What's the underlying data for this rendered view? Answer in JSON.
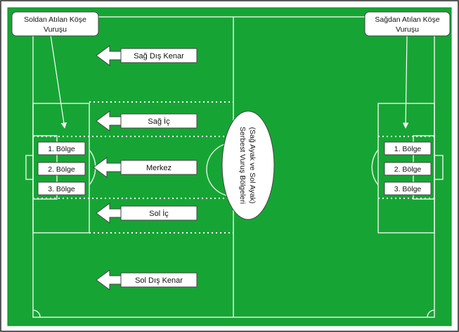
{
  "colors": {
    "pitch": "#16a534",
    "pitch_edge": "#0f8a2a",
    "lines": "#dff0df",
    "dotted": "#ffffff",
    "label_bg": "#ffffff",
    "label_border": "#444444",
    "text": "#111111",
    "frame": "#222222"
  },
  "corner_labels": {
    "left": [
      "Soldan Atılan Köşe",
      "Vuruşu"
    ],
    "right": [
      "Sağdan Atılan Köşe",
      "Vuruşu"
    ]
  },
  "lane_labels": {
    "right_wing": "Sağ Dış Kenar",
    "right_inside": "Sağ İç",
    "center": "Merkez",
    "left_inside": "Sol İç",
    "left_wing": "Sol Dış Kenar"
  },
  "zones_left": [
    "1. Bölge",
    "2. Bölge",
    "3. Bölge"
  ],
  "zones_right": [
    "1. Bölge",
    "2. Bölge",
    "3. Bölge"
  ],
  "free_kick_label": [
    "(Sağ Ayak ve Sol Ayak)",
    "Serbest Vuruş Bölgeleri"
  ],
  "icons": {
    "lane_arrow": "left-arrow-icon",
    "pointer": "pointer-line-icon"
  }
}
